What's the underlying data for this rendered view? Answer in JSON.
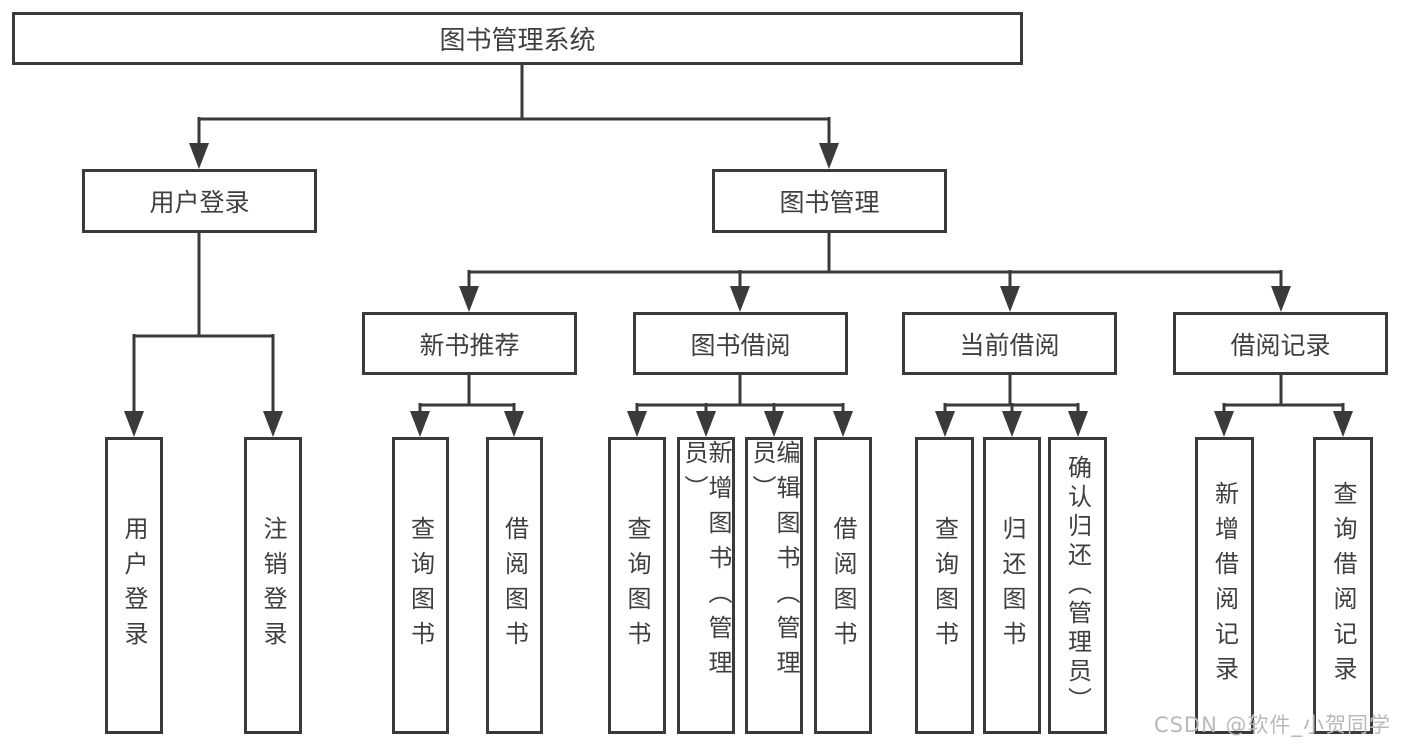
{
  "tree": {
    "root": "图书管理系统",
    "children": [
      {
        "label": "用户登录",
        "children": [
          "用户登录",
          "注销登录"
        ]
      },
      {
        "label": "图书管理",
        "children": [
          {
            "label": "新书推荐",
            "children": [
              "查询图书",
              "借阅图书"
            ]
          },
          {
            "label": "图书借阅",
            "children": [
              "查询图书",
              "新增图书（管理员）",
              "编辑图书（管理员）",
              "借阅图书"
            ]
          },
          {
            "label": "当前借阅",
            "children": [
              "查询图书",
              "归还图书",
              "确认归还（管理员）"
            ]
          },
          {
            "label": "借阅记录",
            "children": [
              "新增借阅记录",
              "查询借阅记录"
            ]
          }
        ]
      }
    ]
  },
  "watermark": "CSDN @软件_小贺同学",
  "colors": {
    "line": "#3a3a3a",
    "text": "#3f3f3f",
    "background": "#ffffff",
    "watermark": "#b9b9b9"
  }
}
